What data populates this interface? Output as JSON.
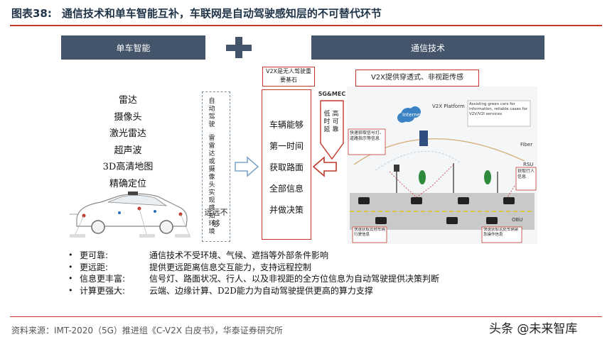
{
  "figure": {
    "number": "图表38:",
    "title": "通信技术和单车智能互补，车联网是自动驾驶感知层的不可替代环节"
  },
  "left_banner": "单车智能",
  "right_banner": "通信技术",
  "sensors": [
    "雷达",
    "摄像头",
    "激光雷达",
    "超声波",
    "3D高清地图",
    "精确定位"
  ],
  "dashed_col1": "自动驾驶",
  "dashed_col2": "雷雷达或摄像头实现感知环境",
  "dashed_bottom": "远远不够",
  "v2x_note": "V2X是无人驾驶重要基石",
  "vehicle_lines": [
    "车辆能够",
    "第一时间",
    "获取路面",
    "全部信息",
    "并做决策"
  ],
  "g5_label": "5G&MEC",
  "g5_text1": "低时延",
  "g5_text2": "高可靠",
  "v2x_caption": "V2X提供穿透式、非视距传感",
  "diagram_labels": {
    "internet": "Internet",
    "platform": "V2X Platform",
    "bubble": "Assisting green cars for information, reliable cases for V2V/V2I services",
    "fiber": "Fiber",
    "signal": "快速获取信号灯、道路指示等信息",
    "pedestrian": "获取行人信息",
    "other_vehicle": "快速获取其他车辆行驶信息",
    "far_vehicle": "快速获取远处车辆紧急操作信息",
    "rsu": "RSU",
    "obu": "OBU"
  },
  "bullets": [
    {
      "key": "更可靠:",
      "value": "通信技术不受环境、气候、遮挡等外部条件影响"
    },
    {
      "key": "更远距:",
      "value": "提供更远距离信息交互能力，支持远程控制"
    },
    {
      "key": "信息更丰富:",
      "value": "信号灯、路面状况、行人、以及非视距的全方位信息为自动驾驶提供决策判断"
    },
    {
      "key": "计算更强大:",
      "value": "云端、边缘计算、D2D能力为自动驾驶提供更高的算力支撑"
    }
  ],
  "bullet_marker": "•",
  "source": "资料来源：IMT-2020（5G）推进组《C-V2X 白皮书》，华泰证券研究所",
  "watermark": "头条 @未来智库",
  "colors": {
    "banner": "#44546a",
    "accent_red": "#c0392b",
    "arrow_blue": "#7fa6c8"
  }
}
